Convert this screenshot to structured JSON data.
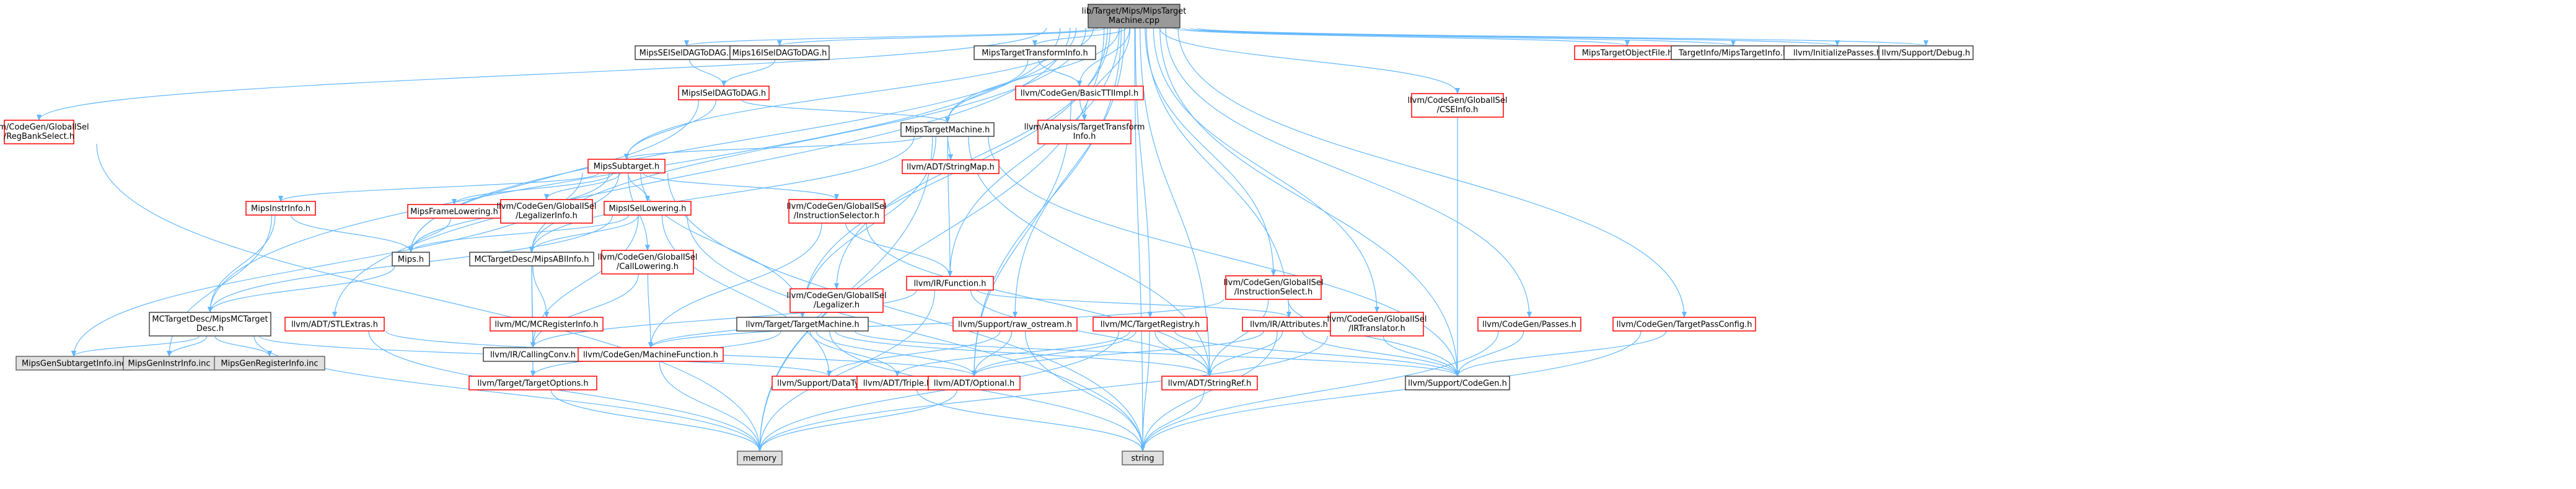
{
  "diagram": {
    "type": "include-dependency-graph",
    "colors": {
      "edge": "#63b8ff",
      "edge_dark": "#404040",
      "border_red": "#ff0000",
      "border_gray": "#666666",
      "border_black": "#404040",
      "fill_root": "#999999",
      "fill_white": "#ffffff",
      "fill_gray": "#e0e0e0"
    },
    "nodes": [
      {
        "id": "root",
        "lines": [
          "lib/Target/Mips/MipsTarget",
          "Machine.cpp"
        ],
        "style": "root"
      },
      {
        "id": "regbank",
        "lines": [
          "llvm/CodeGen/GlobalISel",
          "/RegBankSelect.h"
        ],
        "style": "red"
      },
      {
        "id": "mipsseisel",
        "lines": [
          "MipsSEISelDAGToDAG.h"
        ],
        "style": "black"
      },
      {
        "id": "mips16isel",
        "lines": [
          "Mips16ISelDAGToDAG.h"
        ],
        "style": "black"
      },
      {
        "id": "mipstti",
        "lines": [
          "MipsTargetTransformInfo.h"
        ],
        "style": "black"
      },
      {
        "id": "mipstgtobj",
        "lines": [
          "MipsTargetObjectFile.h"
        ],
        "style": "red"
      },
      {
        "id": "tgtinfo",
        "lines": [
          "TargetInfo/MipsTargetInfo.h"
        ],
        "style": "black"
      },
      {
        "id": "initpasses",
        "lines": [
          "llvm/InitializePasses.h"
        ],
        "style": "black"
      },
      {
        "id": "debug",
        "lines": [
          "llvm/Support/Debug.h"
        ],
        "style": "black"
      },
      {
        "id": "cseinfo",
        "lines": [
          "llvm/CodeGen/GlobalISel",
          "/CSEInfo.h"
        ],
        "style": "red"
      },
      {
        "id": "mipsisel",
        "lines": [
          "MipsISelDAGToDAG.h"
        ],
        "style": "red"
      },
      {
        "id": "basictti",
        "lines": [
          "llvm/CodeGen/BasicTTIImpl.h"
        ],
        "style": "red"
      },
      {
        "id": "mipstm",
        "lines": [
          "MipsTargetMachine.h"
        ],
        "style": "black"
      },
      {
        "id": "anatti",
        "lines": [
          "llvm/Analysis/TargetTransform",
          "Info.h"
        ],
        "style": "red"
      },
      {
        "id": "mipssub",
        "lines": [
          "MipsSubtarget.h"
        ],
        "style": "red"
      },
      {
        "id": "strmap",
        "lines": [
          "llvm/ADT/StringMap.h"
        ],
        "style": "red"
      },
      {
        "id": "mipsinstr",
        "lines": [
          "MipsInstrInfo.h"
        ],
        "style": "red"
      },
      {
        "id": "mipsframe",
        "lines": [
          "MipsFrameLowering.h"
        ],
        "style": "red"
      },
      {
        "id": "legalinfo",
        "lines": [
          "llvm/CodeGen/GlobalISel",
          "/LegalizerInfo.h"
        ],
        "style": "red"
      },
      {
        "id": "mipsisellow",
        "lines": [
          "MipsISelLowering.h"
        ],
        "style": "red"
      },
      {
        "id": "instsel",
        "lines": [
          "llvm/CodeGen/GlobalISel",
          "/InstructionSelector.h"
        ],
        "style": "red"
      },
      {
        "id": "mipsh",
        "lines": [
          "Mips.h"
        ],
        "style": "black"
      },
      {
        "id": "mipsabi",
        "lines": [
          "MCTargetDesc/MipsABIInfo.h"
        ],
        "style": "black"
      },
      {
        "id": "calllow",
        "lines": [
          "llvm/CodeGen/GlobalISel",
          "/CallLowering.h"
        ],
        "style": "red"
      },
      {
        "id": "legalizer",
        "lines": [
          "llvm/CodeGen/GlobalISel",
          "/Legalizer.h"
        ],
        "style": "red"
      },
      {
        "id": "irfunc",
        "lines": [
          "llvm/IR/Function.h"
        ],
        "style": "red"
      },
      {
        "id": "instselect",
        "lines": [
          "llvm/CodeGen/GlobalISel",
          "/InstructionSelect.h"
        ],
        "style": "red"
      },
      {
        "id": "mipsmcdesc",
        "lines": [
          "MCTargetDesc/MipsMCTarget",
          "Desc.h"
        ],
        "style": "black"
      },
      {
        "id": "stlextras",
        "lines": [
          "llvm/ADT/STLExtras.h"
        ],
        "style": "red"
      },
      {
        "id": "mcreginfo",
        "lines": [
          "llvm/MC/MCRegisterInfo.h"
        ],
        "style": "red"
      },
      {
        "id": "callconv",
        "lines": [
          "llvm/IR/CallingConv.h"
        ],
        "style": "black"
      },
      {
        "id": "machfunc",
        "lines": [
          "llvm/CodeGen/MachineFunction.h"
        ],
        "style": "red"
      },
      {
        "id": "tgtmachine",
        "lines": [
          "llvm/Target/TargetMachine.h"
        ],
        "style": "black"
      },
      {
        "id": "rawostream",
        "lines": [
          "llvm/Support/raw_ostream.h"
        ],
        "style": "red"
      },
      {
        "id": "mctgtreg",
        "lines": [
          "llvm/MC/TargetRegistry.h"
        ],
        "style": "red"
      },
      {
        "id": "irattr",
        "lines": [
          "llvm/IR/Attributes.h"
        ],
        "style": "red"
      },
      {
        "id": "irtrans",
        "lines": [
          "llvm/CodeGen/GlobalISel",
          "/IRTranslator.h"
        ],
        "style": "red"
      },
      {
        "id": "cgpasses",
        "lines": [
          "llvm/CodeGen/Passes.h"
        ],
        "style": "red"
      },
      {
        "id": "tpc",
        "lines": [
          "llvm/CodeGen/TargetPassConfig.h"
        ],
        "style": "red"
      },
      {
        "id": "gensub",
        "lines": [
          "MipsGenSubtargetInfo.inc"
        ],
        "style": "gray"
      },
      {
        "id": "geninstr",
        "lines": [
          "MipsGenInstrInfo.inc"
        ],
        "style": "gray"
      },
      {
        "id": "genreg",
        "lines": [
          "MipsGenRegisterInfo.inc"
        ],
        "style": "gray"
      },
      {
        "id": "tgtopts",
        "lines": [
          "llvm/Target/TargetOptions.h"
        ],
        "style": "red"
      },
      {
        "id": "datatypes",
        "lines": [
          "llvm/Support/DataTypes.h"
        ],
        "style": "red"
      },
      {
        "id": "triple",
        "lines": [
          "llvm/ADT/Triple.h"
        ],
        "style": "red"
      },
      {
        "id": "optional",
        "lines": [
          "llvm/ADT/Optional.h"
        ],
        "style": "red"
      },
      {
        "id": "strref",
        "lines": [
          "llvm/ADT/StringRef.h"
        ],
        "style": "red"
      },
      {
        "id": "codegen",
        "lines": [
          "llvm/Support/CodeGen.h"
        ],
        "style": "black"
      },
      {
        "id": "memory",
        "lines": [
          "memory"
        ],
        "style": "gray"
      },
      {
        "id": "string",
        "lines": [
          "string"
        ],
        "style": "gray"
      }
    ],
    "edges": [
      [
        "root",
        "regbank"
      ],
      [
        "root",
        "mipsseisel"
      ],
      [
        "root",
        "mips16isel"
      ],
      [
        "root",
        "mipstti"
      ],
      [
        "root",
        "mipstgtobj"
      ],
      [
        "root",
        "tgtinfo"
      ],
      [
        "root",
        "initpasses"
      ],
      [
        "root",
        "debug"
      ],
      [
        "root",
        "cseinfo"
      ],
      [
        "root",
        "mipstm"
      ],
      [
        "root",
        "anatti"
      ],
      [
        "root",
        "basictti"
      ],
      [
        "root",
        "mipssub"
      ],
      [
        "root",
        "mipsh"
      ],
      [
        "root",
        "mipsabi"
      ],
      [
        "root",
        "mipsmcdesc"
      ],
      [
        "root",
        "stlextras"
      ],
      [
        "root",
        "irfunc"
      ],
      [
        "root",
        "instselect"
      ],
      [
        "root",
        "tgtmachine"
      ],
      [
        "root",
        "rawostream"
      ],
      [
        "root",
        "mctgtreg"
      ],
      [
        "root",
        "irattr"
      ],
      [
        "root",
        "irtrans"
      ],
      [
        "root",
        "cgpasses"
      ],
      [
        "root",
        "tpc"
      ],
      [
        "root",
        "optional"
      ],
      [
        "root",
        "strref"
      ],
      [
        "root",
        "codegen"
      ],
      [
        "root",
        "memory"
      ],
      [
        "root",
        "string"
      ],
      [
        "root",
        "legalizer"
      ],
      [
        "mipsseisel",
        "mipsisel"
      ],
      [
        "mips16isel",
        "mipsisel"
      ],
      [
        "mipsisel",
        "mipstm"
      ],
      [
        "mipsisel",
        "mipssub"
      ],
      [
        "mipsisel",
        "mipsh"
      ],
      [
        "mipstti",
        "basictti"
      ],
      [
        "mipstti",
        "mipstm"
      ],
      [
        "basictti",
        "anatti"
      ],
      [
        "basictti",
        "optional"
      ],
      [
        "mipstm",
        "mipssub"
      ],
      [
        "mipstm",
        "strmap"
      ],
      [
        "mipstm",
        "mipsabi"
      ],
      [
        "mipstm",
        "tgtmachine"
      ],
      [
        "mipstm",
        "codegen"
      ],
      [
        "mipstm",
        "strref"
      ],
      [
        "mipstm",
        "memory"
      ],
      [
        "mipstm",
        "irfunc"
      ],
      [
        "mipssub",
        "mipsinstr"
      ],
      [
        "mipssub",
        "mipsframe"
      ],
      [
        "mipssub",
        "legalinfo"
      ],
      [
        "mipssub",
        "mipsisellow"
      ],
      [
        "mipssub",
        "instsel"
      ],
      [
        "mipssub",
        "mipsabi"
      ],
      [
        "mipssub",
        "calllow"
      ],
      [
        "mipssub",
        "gensub"
      ],
      [
        "mipssub",
        "tgtmachine"
      ],
      [
        "mipssub",
        "string"
      ],
      [
        "mipssub",
        "mipsh"
      ],
      [
        "mipsinstr",
        "mipsh"
      ],
      [
        "mipsinstr",
        "mipsmcdesc"
      ],
      [
        "mipsinstr",
        "geninstr"
      ],
      [
        "mipsframe",
        "mipsh"
      ],
      [
        "mipsisellow",
        "mipsh"
      ],
      [
        "mipsisellow",
        "mipsmcdesc"
      ],
      [
        "mipsisellow",
        "mipsabi"
      ],
      [
        "mipsisellow",
        "callconv"
      ],
      [
        "mipsisellow",
        "datatypes"
      ],
      [
        "mipsisellow",
        "string"
      ],
      [
        "instsel",
        "irfunc"
      ],
      [
        "instsel",
        "machfunc"
      ],
      [
        "instsel",
        "strref"
      ],
      [
        "mipsh",
        "mipsmcdesc"
      ],
      [
        "mipsabi",
        "callconv"
      ],
      [
        "mipsabi",
        "mcreginfo"
      ],
      [
        "mipsabi",
        "tgtopts"
      ],
      [
        "calllow",
        "callconv"
      ],
      [
        "calllow",
        "machfunc"
      ],
      [
        "legalizer",
        "machfunc"
      ],
      [
        "irfunc",
        "irattr"
      ],
      [
        "irfunc",
        "callconv"
      ],
      [
        "irfunc",
        "strref"
      ],
      [
        "irfunc",
        "memory"
      ],
      [
        "instselect",
        "machfunc"
      ],
      [
        "instselect",
        "codegen"
      ],
      [
        "instselect",
        "strref"
      ],
      [
        "mipsmcdesc",
        "gensub"
      ],
      [
        "mipsmcdesc",
        "geninstr"
      ],
      [
        "mipsmcdesc",
        "genreg"
      ],
      [
        "mipsmcdesc",
        "memory"
      ],
      [
        "mipsmcdesc",
        "datatypes"
      ],
      [
        "stlextras",
        "optional"
      ],
      [
        "stlextras",
        "memory"
      ],
      [
        "machfunc",
        "memory"
      ],
      [
        "tgtmachine",
        "tgtopts"
      ],
      [
        "tgtmachine",
        "triple"
      ],
      [
        "tgtmachine",
        "optional"
      ],
      [
        "tgtmachine",
        "strref"
      ],
      [
        "tgtmachine",
        "codegen"
      ],
      [
        "tgtmachine",
        "string"
      ],
      [
        "rawostream",
        "optional"
      ],
      [
        "rawostream",
        "datatypes"
      ],
      [
        "rawostream",
        "string"
      ],
      [
        "mctgtreg",
        "triple"
      ],
      [
        "mctgtreg",
        "optional"
      ],
      [
        "mctgtreg",
        "strref"
      ],
      [
        "mctgtreg",
        "codegen"
      ],
      [
        "mctgtreg",
        "string"
      ],
      [
        "mctgtreg",
        "memory"
      ],
      [
        "irattr",
        "optional"
      ],
      [
        "irattr",
        "strref"
      ],
      [
        "irattr",
        "codegen"
      ],
      [
        "irattr",
        "string"
      ],
      [
        "irtrans",
        "memory"
      ],
      [
        "irtrans",
        "codegen"
      ],
      [
        "cseinfo",
        "codegen"
      ],
      [
        "cgpasses",
        "codegen"
      ],
      [
        "cgpasses",
        "string"
      ],
      [
        "tpc",
        "codegen"
      ],
      [
        "tpc",
        "string"
      ],
      [
        "regbank",
        "memory"
      ],
      [
        "triple",
        "string"
      ],
      [
        "strref",
        "string"
      ],
      [
        "optional",
        "memory"
      ],
      [
        "tgtopts",
        "memory"
      ]
    ]
  }
}
